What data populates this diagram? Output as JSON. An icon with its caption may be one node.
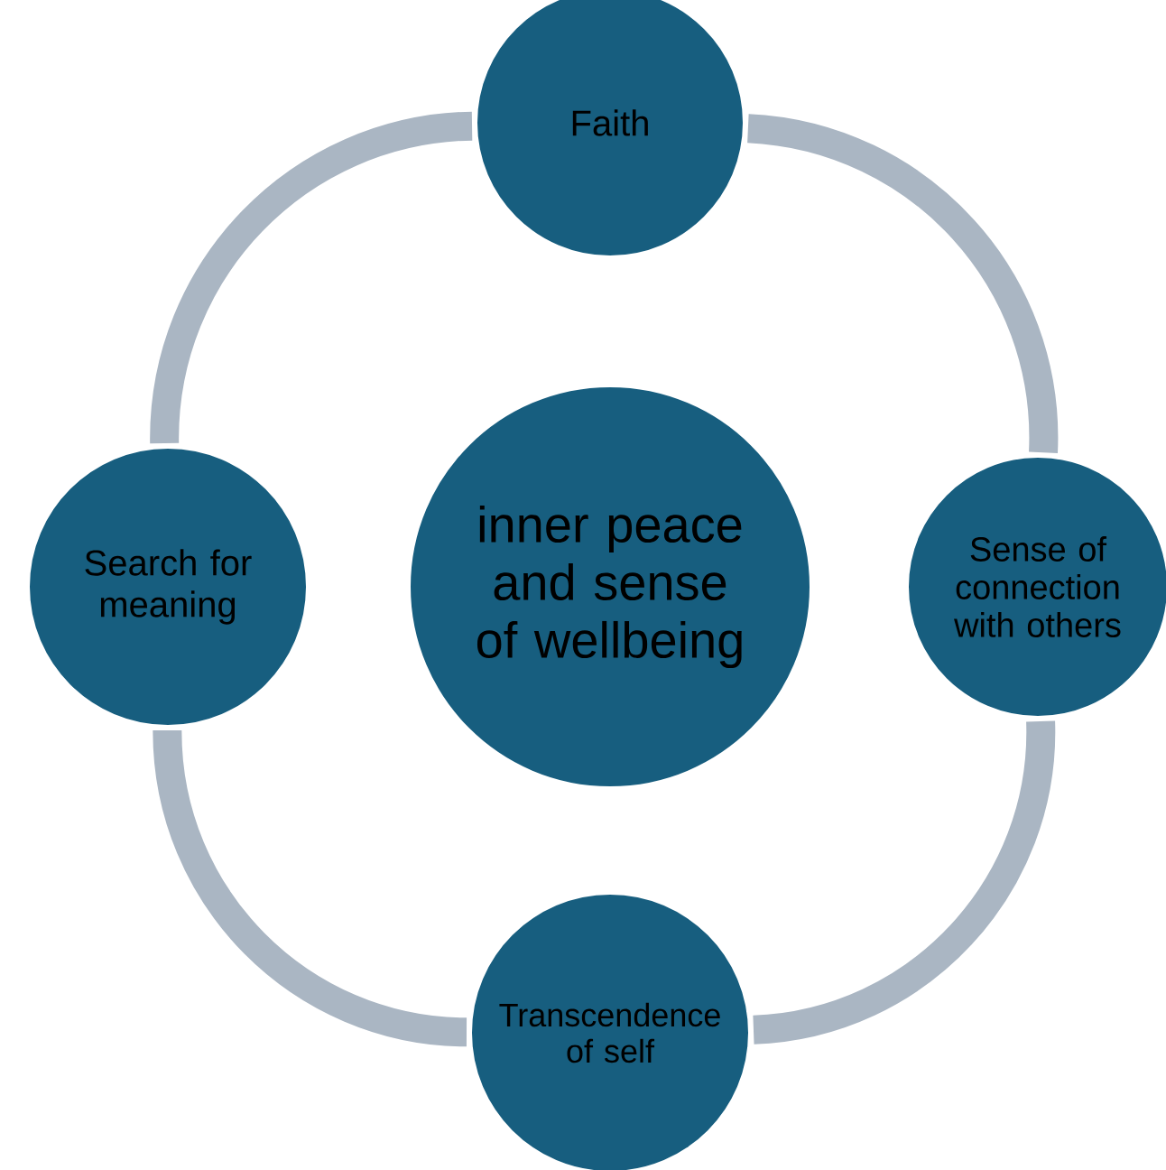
{
  "diagram": {
    "nodes": [
      {
        "text": [
          "Faith"
        ]
      },
      {
        "text": [
          "Search for meaning"
        ]
      },
      {
        "text": [
          "inner peace and sense of wellbeing"
        ]
      },
      {
        "text": [
          "Sense of connection with others"
        ]
      },
      {
        "text": [
          "Transcendence of self"
        ]
      }
    ],
    "edges": [
      {
        "from": 0,
        "to": 3,
        "arrow": "none"
      },
      {
        "from": 3,
        "to": 4,
        "arrow": "none"
      },
      {
        "from": 4,
        "to": 1,
        "arrow": "none"
      },
      {
        "from": 1,
        "to": 0,
        "arrow": "none"
      }
    ]
  }
}
